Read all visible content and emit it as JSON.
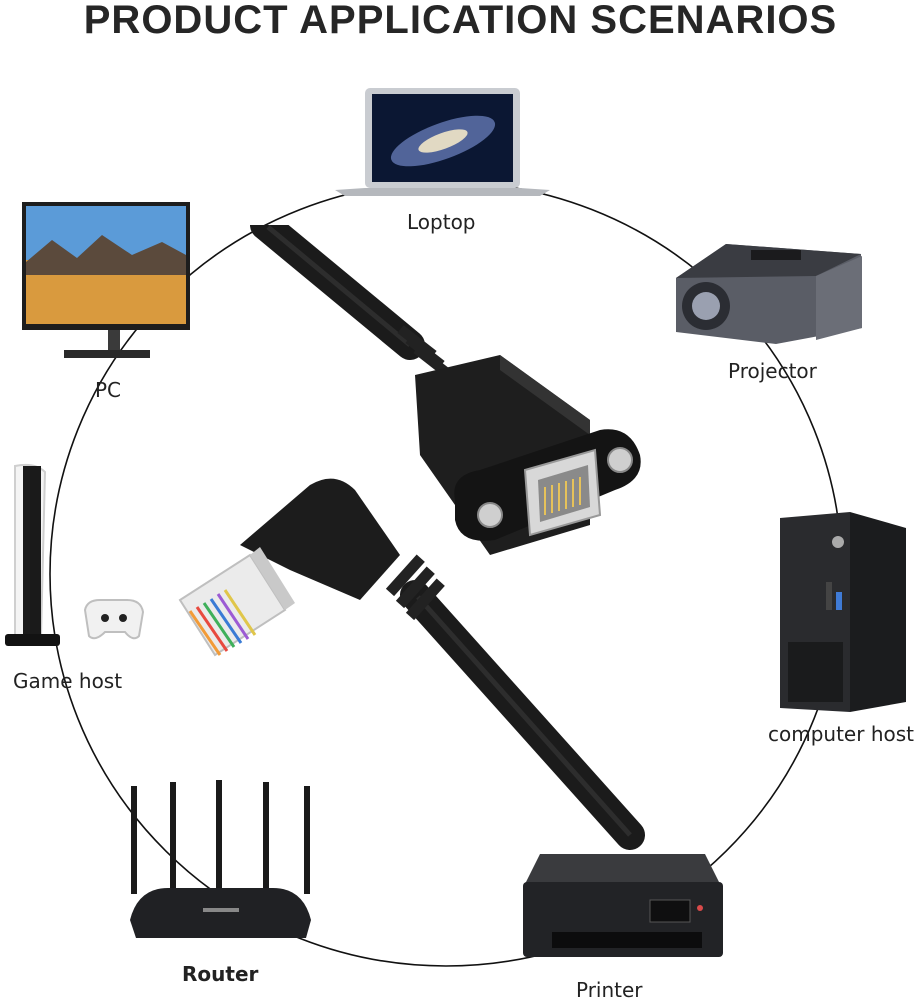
{
  "title": "PRODUCT APPLICATION SCENARIOS",
  "devices": {
    "laptop": "Loptop",
    "pc": "PC",
    "projector": "Projector",
    "game_host": "Game host",
    "computer_host": "computer host",
    "router": "Router",
    "printer": "Printer"
  },
  "colors": {
    "ring": "#111111",
    "cable": "#151515",
    "background": "#ffffff"
  }
}
